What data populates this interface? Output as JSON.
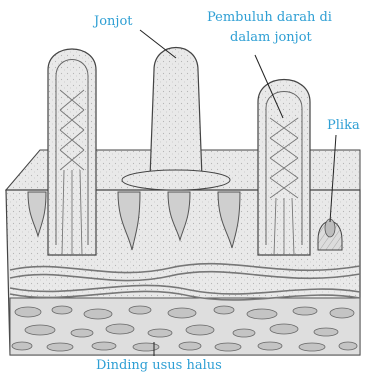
{
  "labels": {
    "villus": "Jonjot",
    "vessels_line1": "Pembuluh darah di",
    "vessels_line2": "dalam jonjot",
    "fold": "Plika",
    "wall": "Dinding usus halus"
  },
  "colors": {
    "label": "#2e9fd4",
    "tissue": "#e6e6e6",
    "tissue_dark": "#bfbfbf",
    "outline": "#444444",
    "vessel": "#777777",
    "leader": "#222222"
  }
}
